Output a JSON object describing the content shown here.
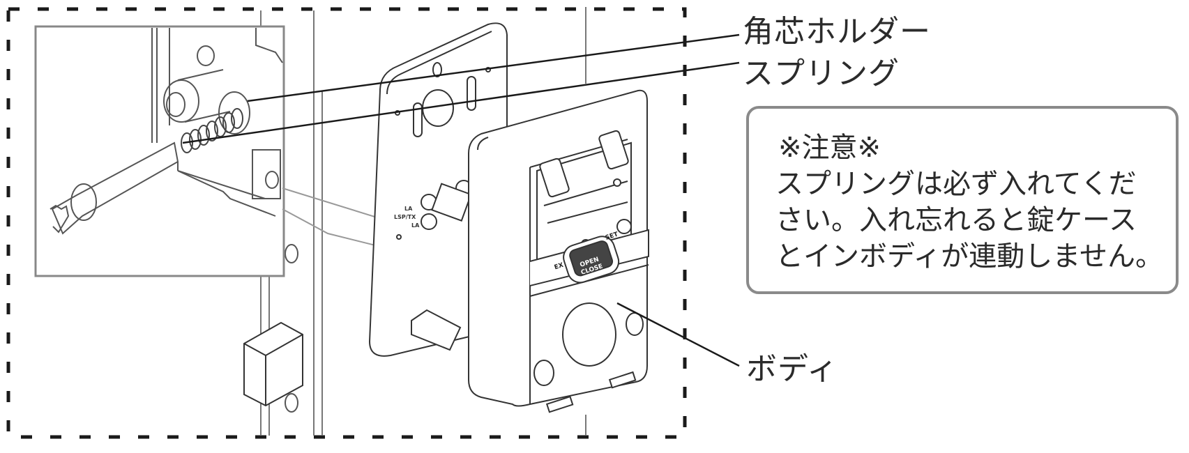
{
  "diagram": {
    "type": "assembly-instruction-illustration",
    "callouts": {
      "square_shaft_holder": "角芯ホルダー",
      "spring": "スプリング",
      "body": "ボディ"
    },
    "device_markings": {
      "open": "OPEN",
      "close": "CLOSE",
      "set": "SET",
      "ex": "EX",
      "lock_marks": [
        "LA",
        "LSP/TX",
        "LA"
      ]
    },
    "note": {
      "title": "※注意※",
      "lines": [
        "スプリングは必ず入れてくだ",
        "さい。入れ忘れると錠ケース",
        "とインボディが連動しません。"
      ]
    },
    "colors": {
      "line": "#2a2a2a",
      "light_line": "#8a8a8a",
      "note_border": "#8a8a8a",
      "background": "#ffffff"
    }
  }
}
